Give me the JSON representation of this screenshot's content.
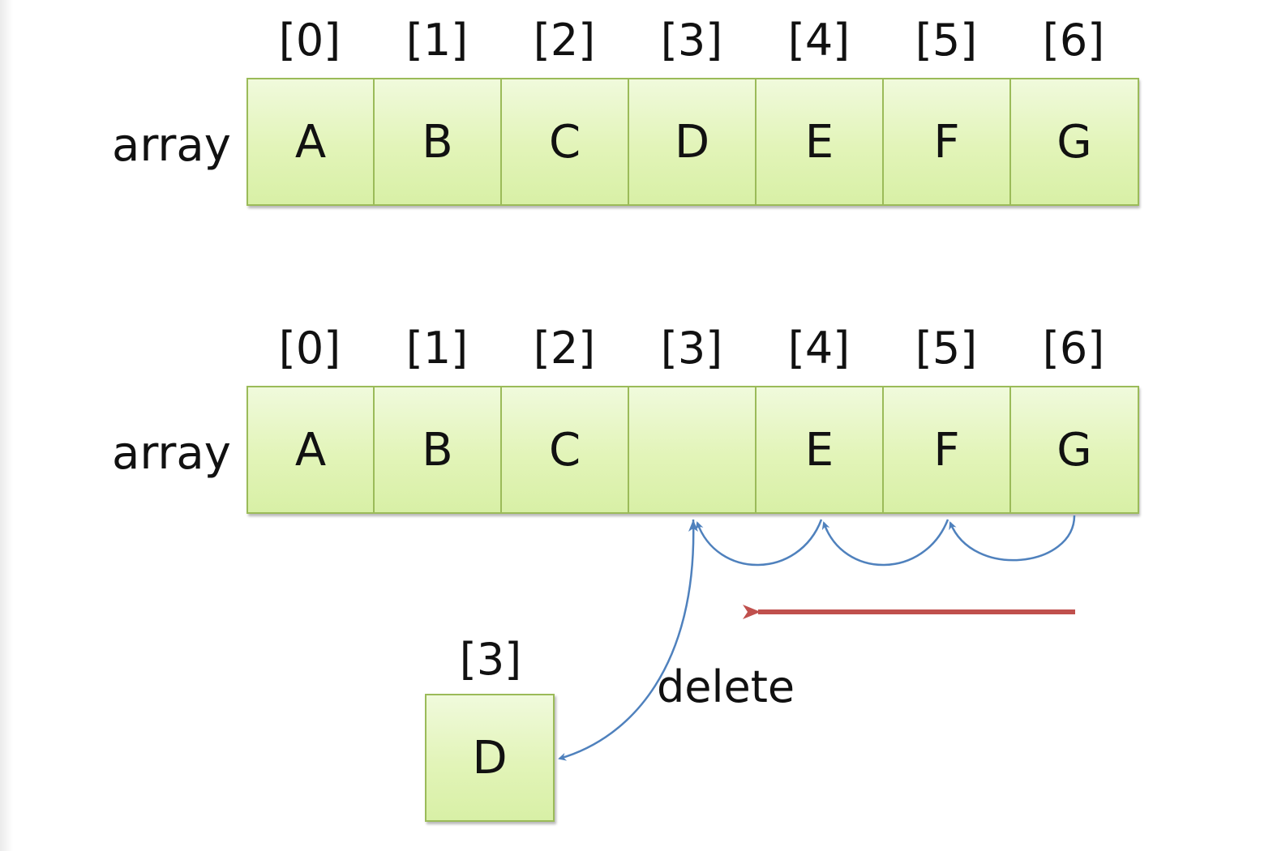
{
  "array_label": "array",
  "indices": [
    "[0]",
    "[1]",
    "[2]",
    "[3]",
    "[4]",
    "[5]",
    "[6]"
  ],
  "before": {
    "values": [
      "A",
      "B",
      "C",
      "D",
      "E",
      "F",
      "G"
    ]
  },
  "after": {
    "values": [
      "A",
      "B",
      "C",
      "",
      "E",
      "F",
      "G"
    ]
  },
  "removed": {
    "index": "[3]",
    "value": "D"
  },
  "delete_label": "delete",
  "colors": {
    "cell_border": "#9bbb59",
    "cell_fill_top": "#f0fadc",
    "cell_fill_bottom": "#d8f0a6",
    "shift_arrow": "#4f81bd",
    "direction_arrow": "#c0504d"
  }
}
